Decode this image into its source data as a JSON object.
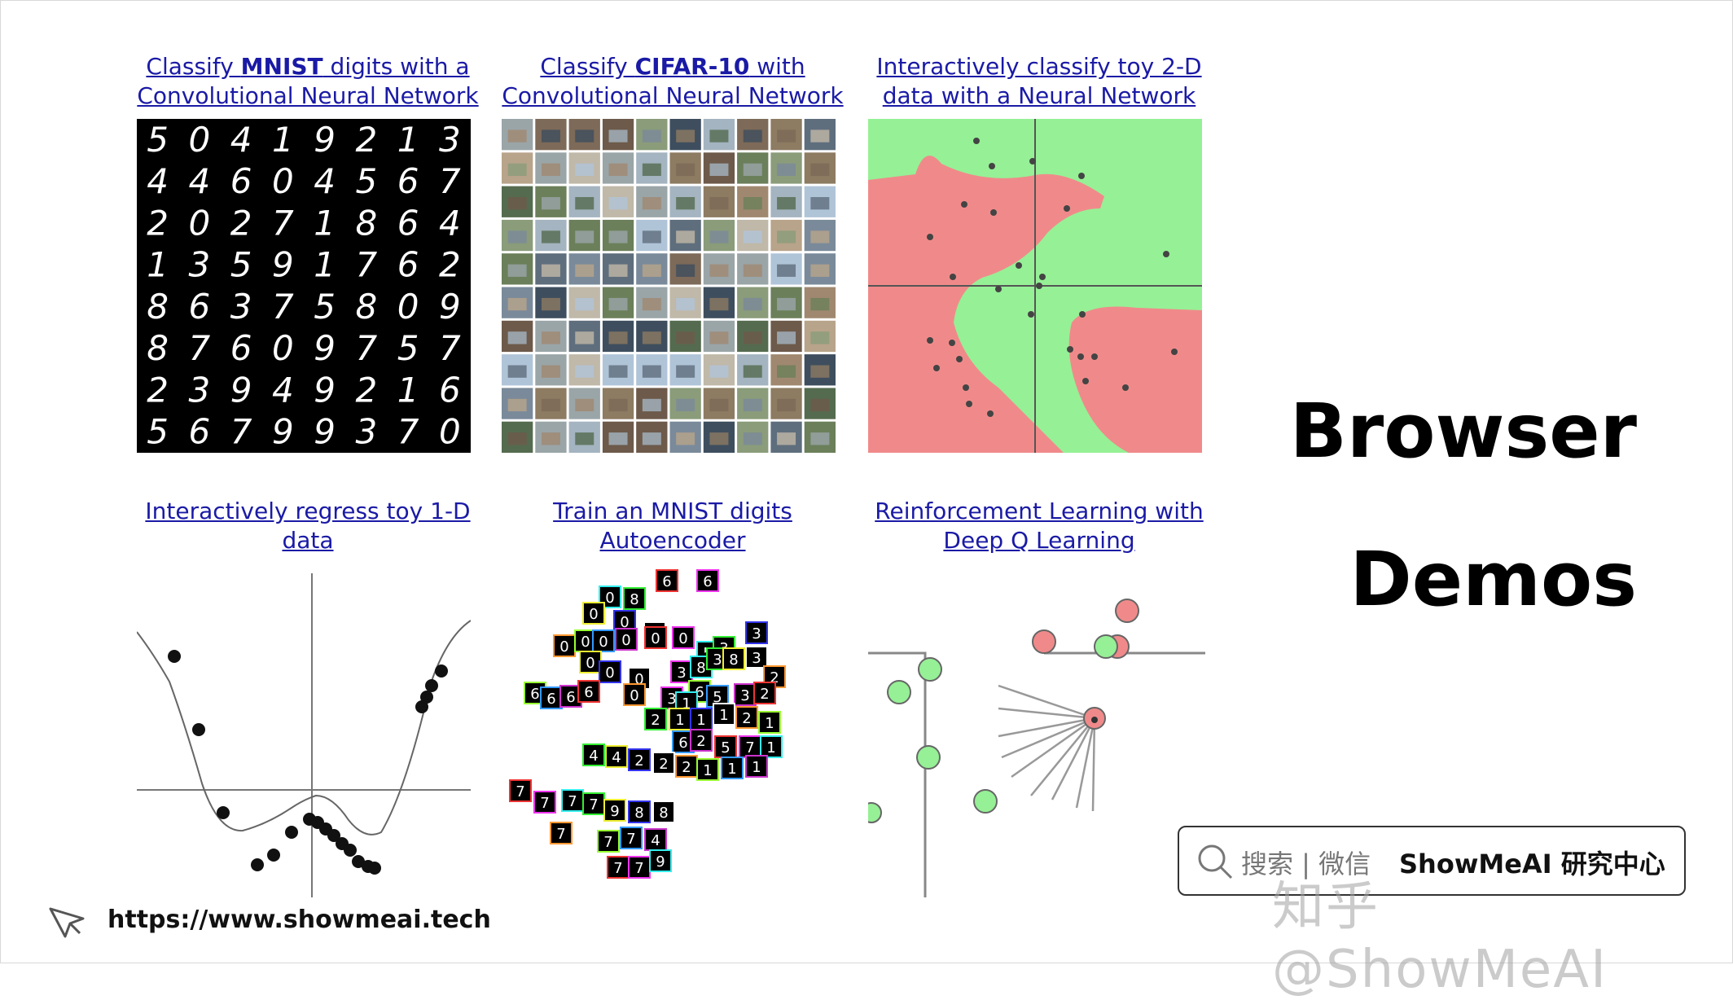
{
  "demos": [
    {
      "title_pre": "Classify ",
      "title_bold": "MNIST",
      "title_post": " digits with a Convolutional Neural Network"
    },
    {
      "title_pre": "Classify ",
      "title_bold": "CIFAR-10",
      "title_post": " with Convolutional Neural Network"
    },
    {
      "title_pre": "Interactively classify toy 2-D data with a Neural Network",
      "title_bold": "",
      "title_post": ""
    },
    {
      "title_pre": "Interactively regress toy 1-D data",
      "title_bold": "",
      "title_post": ""
    },
    {
      "title_pre": "Train an MNIST digits Autoencoder",
      "title_bold": "",
      "title_post": ""
    },
    {
      "title_pre": "Reinforcement Learning with Deep Q Learning",
      "title_bold": "",
      "title_post": ""
    }
  ],
  "mnist_digits": [
    "5",
    "0",
    "4",
    "1",
    "9",
    "2",
    "1",
    "3",
    "4",
    "4",
    "6",
    "0",
    "4",
    "5",
    "6",
    "7",
    "2",
    "0",
    "2",
    "7",
    "1",
    "8",
    "6",
    "4",
    "1",
    "3",
    "5",
    "9",
    "1",
    "7",
    "6",
    "2",
    "8",
    "6",
    "3",
    "7",
    "5",
    "8",
    "0",
    "9",
    "8",
    "7",
    "6",
    "0",
    "9",
    "7",
    "5",
    "7",
    "2",
    "3",
    "9",
    "4",
    "9",
    "2",
    "1",
    "6",
    "5",
    "6",
    "7",
    "9",
    "9",
    "3",
    "7",
    "0"
  ],
  "heading": {
    "line1": "Browser",
    "line2": "Demos"
  },
  "footer": {
    "url": "https://www.showmeai.tech"
  },
  "search": {
    "placeholder": "搜索 | 微信",
    "brand": "ShowMeAI 研究中心"
  },
  "watermark": "知乎 @ShowMeAI",
  "colors": {
    "link": "#1a1aa6",
    "pink": "#f08a8a",
    "green": "#96f096",
    "black": "#000000"
  },
  "icons": [
    "search-icon",
    "cursor-pointer-icon"
  ]
}
